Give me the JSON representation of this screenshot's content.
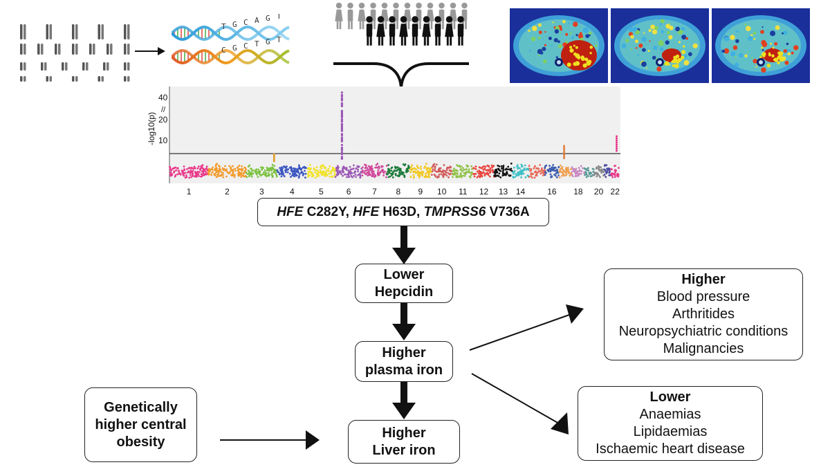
{
  "dna_letters_top": [
    "T",
    "G",
    "C",
    "A",
    "G",
    "T"
  ],
  "dna_letters_bottom": [
    "C",
    "G",
    "C",
    "T",
    "G",
    "T"
  ],
  "manhattan": {
    "ylabel": "-log10(p)",
    "yticks": [
      10,
      20,
      40
    ],
    "chromosome_labels": [
      "1",
      "2",
      "3",
      "4",
      "5",
      "6",
      "7",
      "8",
      "9",
      "10",
      "11",
      "12",
      "13",
      "14",
      "16",
      "18",
      "20",
      "22"
    ]
  },
  "variants_box": {
    "parts": [
      {
        "text": "HFE",
        "style": "italic"
      },
      {
        "text": " C282Y, ",
        "style": "normal"
      },
      {
        "text": "HFE",
        "style": "italic"
      },
      {
        "text": " H63D, ",
        "style": "normal"
      },
      {
        "text": "TMPRSS6",
        "style": "italic"
      },
      {
        "text": " V736A",
        "style": "normal"
      }
    ]
  },
  "hepcidin_box": {
    "line1": "Lower",
    "line2": "Hepcidin"
  },
  "plasma_box": {
    "line1": "Higher",
    "line2": "plasma iron"
  },
  "liver_box": {
    "line1": "Higher",
    "line2": "Liver iron"
  },
  "obesity_box": {
    "line1": "Genetically",
    "line2": "higher central",
    "line3": "obesity"
  },
  "higher_box": {
    "title": "Higher",
    "items": [
      "Blood pressure",
      "Arthritides",
      "Neuropsychiatric conditions",
      "Malignancies"
    ]
  },
  "lower_box": {
    "title": "Lower",
    "items": [
      "Anaemias",
      "Lipidaemias",
      "Ischaemic heart disease"
    ]
  },
  "colors": {
    "chromosome_palette": [
      "#e8388a",
      "#f39a2b",
      "#7cc242",
      "#3b56c0",
      "#f2e22a",
      "#9b58b5",
      "#d0479a",
      "#1c7a3a",
      "#f2c81e",
      "#d15a5a",
      "#90c24a",
      "#e8423c",
      "#111111",
      "#40c0c8",
      "#e86a58",
      "#3a5cad",
      "#f0a050",
      "#c888c0",
      "#5a9a98",
      "#888888",
      "#4a4aa0",
      "#e8388a"
    ]
  }
}
